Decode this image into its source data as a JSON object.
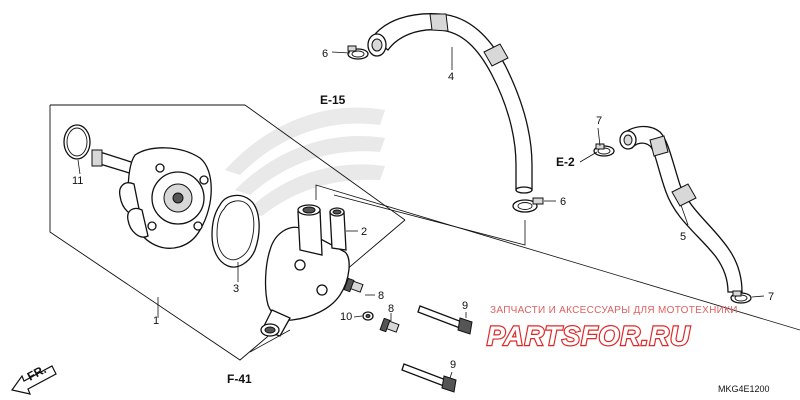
{
  "diagram": {
    "part_labels": {
      "p1": "1",
      "p2": "2",
      "p3": "3",
      "p4": "4",
      "p5": "5",
      "p6a": "6",
      "p6b": "6",
      "p7a": "7",
      "p7b": "7",
      "p8a": "8",
      "p8b": "8",
      "p9a": "9",
      "p9b": "9",
      "p10": "10",
      "p11": "11"
    },
    "refs": {
      "e15": "E-15",
      "e2": "E-2",
      "f41": "F-41",
      "fr": "FR."
    },
    "diagram_code": "MKG4E1200"
  },
  "watermark": {
    "top_text": "ЗАПЧАСТИ И АКСЕССУАРЫ ДЛЯ МОТОТЕХНИКИ",
    "brand_text": "PARTSFOR.RU",
    "color": "#e02828"
  }
}
